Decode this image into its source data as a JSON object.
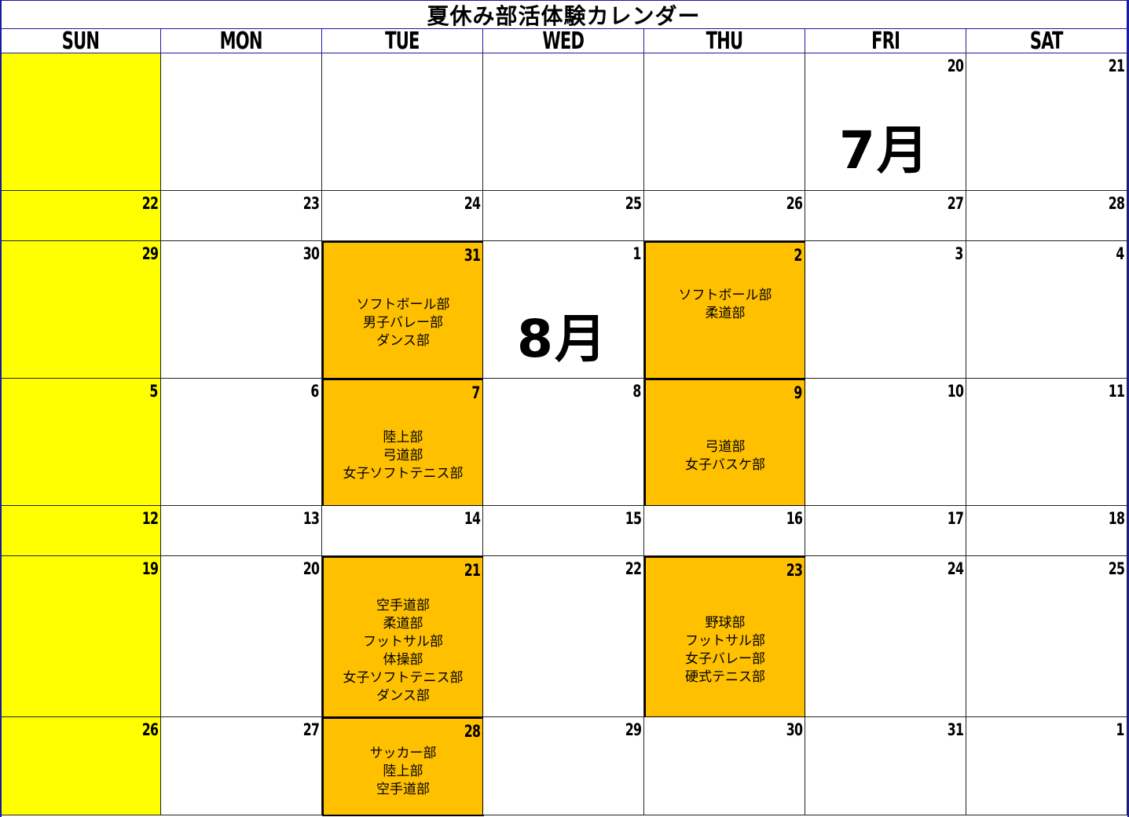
{
  "title": "夏休み部活体験カレンダー",
  "weekdays": [
    "SUN",
    "MON",
    "TUE",
    "WED",
    "THU",
    "FRI",
    "SAT"
  ],
  "colors": {
    "sunday": "#ffff00",
    "event": "#ffc000",
    "border": "#1a1aa0"
  },
  "month_labels": {
    "july": "7月",
    "august": "8月"
  },
  "weeks": [
    [
      {
        "day": ""
      },
      {
        "day": ""
      },
      {
        "day": ""
      },
      {
        "day": ""
      },
      {
        "day": ""
      },
      {
        "day": "20"
      },
      {
        "day": "21"
      }
    ],
    [
      {
        "day": "22"
      },
      {
        "day": "23"
      },
      {
        "day": "24"
      },
      {
        "day": "25"
      },
      {
        "day": "26"
      },
      {
        "day": "27"
      },
      {
        "day": "28"
      }
    ],
    [
      {
        "day": "29"
      },
      {
        "day": "30"
      },
      {
        "day": "31",
        "events": [
          "ソフトボール部",
          "男子バレー部",
          "ダンス部"
        ]
      },
      {
        "day": "1"
      },
      {
        "day": "2",
        "events": [
          "ソフトボール部",
          "柔道部"
        ]
      },
      {
        "day": "3"
      },
      {
        "day": "4"
      }
    ],
    [
      {
        "day": "5"
      },
      {
        "day": "6"
      },
      {
        "day": "7",
        "events": [
          "陸上部",
          "弓道部",
          "女子ソフトテニス部"
        ]
      },
      {
        "day": "8"
      },
      {
        "day": "9",
        "events": [
          "弓道部",
          "女子バスケ部"
        ]
      },
      {
        "day": "10"
      },
      {
        "day": "11"
      }
    ],
    [
      {
        "day": "12"
      },
      {
        "day": "13"
      },
      {
        "day": "14"
      },
      {
        "day": "15"
      },
      {
        "day": "16"
      },
      {
        "day": "17"
      },
      {
        "day": "18"
      }
    ],
    [
      {
        "day": "19"
      },
      {
        "day": "20"
      },
      {
        "day": "21",
        "events": [
          "空手道部",
          "柔道部",
          "フットサル部",
          "体操部",
          "女子ソフトテニス部",
          "ダンス部"
        ]
      },
      {
        "day": "22"
      },
      {
        "day": "23",
        "events": [
          "野球部",
          "フットサル部",
          "女子バレー部",
          "硬式テニス部"
        ]
      },
      {
        "day": "24"
      },
      {
        "day": "25"
      }
    ],
    [
      {
        "day": "26"
      },
      {
        "day": "27"
      },
      {
        "day": "28",
        "events": [
          "サッカー部",
          "陸上部",
          "空手道部"
        ]
      },
      {
        "day": "29"
      },
      {
        "day": "30"
      },
      {
        "day": "31"
      },
      {
        "day": "1"
      }
    ]
  ]
}
